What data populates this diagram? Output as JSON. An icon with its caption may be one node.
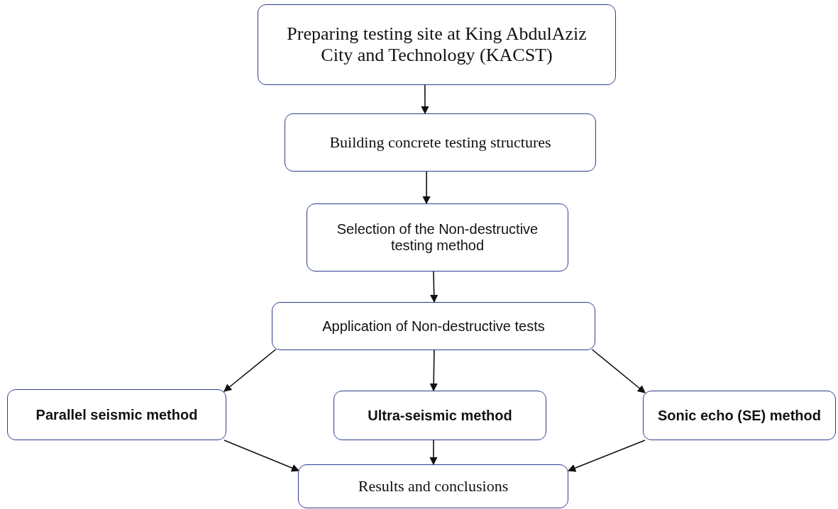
{
  "diagram": {
    "nodes": [
      {
        "text": [
          "Preparing testing site at King AbdulAziz City and Technology (KACST)"
        ]
      },
      {
        "text": [
          "Building concrete testing structures"
        ]
      },
      {
        "text": [
          "Selection of the Non-destructive testing method"
        ]
      },
      {
        "text": [
          "Application of Non-destructive tests"
        ]
      },
      {
        "text": [
          "Parallel seismic method"
        ]
      },
      {
        "text": [
          "Ultra-seismic method"
        ]
      },
      {
        "text": [
          "Sonic echo (SE) method"
        ]
      },
      {
        "text": [
          "Results and conclusions"
        ]
      }
    ],
    "edges": [
      {
        "from": 0,
        "to": 1,
        "arrow": "to"
      },
      {
        "from": 1,
        "to": 2,
        "arrow": "to"
      },
      {
        "from": 2,
        "to": 3,
        "arrow": "to"
      },
      {
        "from": 3,
        "to": 4,
        "arrow": "to"
      },
      {
        "from": 3,
        "to": 5,
        "arrow": "to"
      },
      {
        "from": 3,
        "to": 6,
        "arrow": "to"
      },
      {
        "from": 4,
        "to": 7,
        "arrow": "to"
      },
      {
        "from": 5,
        "to": 7,
        "arrow": "to"
      },
      {
        "from": 6,
        "to": 7,
        "arrow": "to"
      }
    ]
  }
}
